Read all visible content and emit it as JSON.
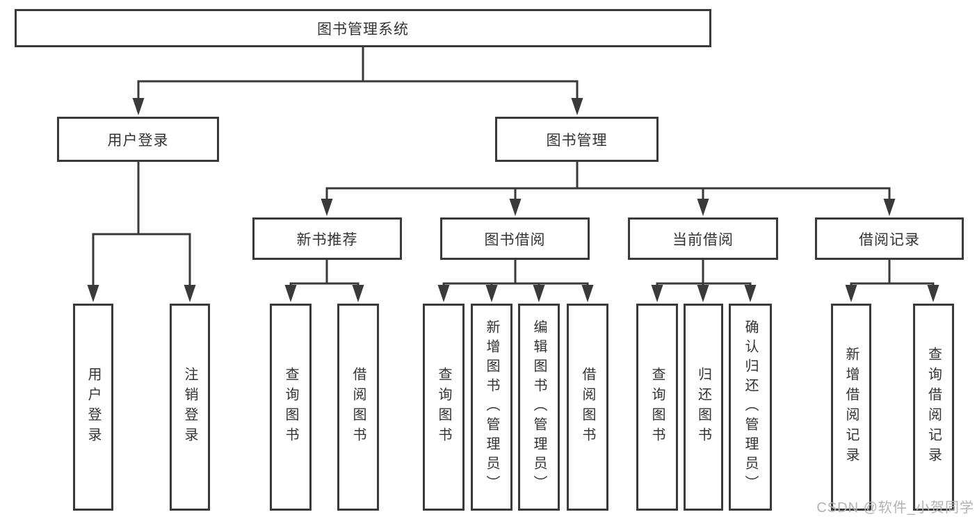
{
  "tree": {
    "root": "图书管理系统",
    "branches": [
      {
        "label": "用户登录",
        "leaves": [
          "用户登录",
          "注销登录"
        ]
      },
      {
        "label": "图书管理",
        "children": [
          {
            "label": "新书推荐",
            "leaves": [
              "查询图书",
              "借阅图书"
            ]
          },
          {
            "label": "图书借阅",
            "leaves": [
              "查询图书",
              "新增图书（管理员）",
              "编辑图书（管理员）",
              "借阅图书"
            ]
          },
          {
            "label": "当前借阅",
            "leaves": [
              "查询图书",
              "归还图书",
              "确认归还（管理员）"
            ]
          },
          {
            "label": "借阅记录",
            "leaves": [
              "新增借阅记录",
              "查询借阅记录"
            ]
          }
        ]
      }
    ]
  },
  "watermark": "CSDN @软件_小贺同学",
  "colors": {
    "line": "#3a3a3a",
    "node_border": "#3a3a3a",
    "text": "#333333",
    "watermark": "#b3b3b3",
    "background": "#ffffff"
  }
}
